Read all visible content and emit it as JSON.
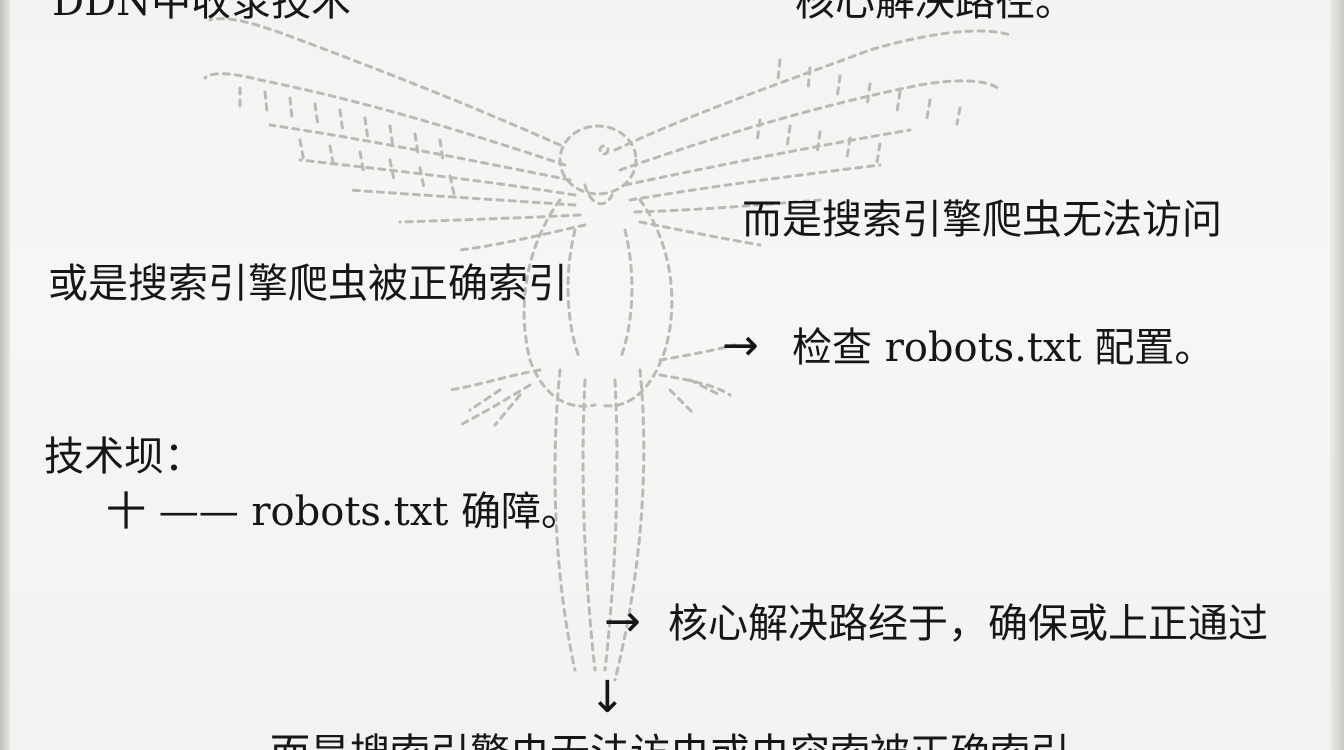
{
  "page": {
    "top_left_cut": "DDN中收录技术",
    "top_right_cut": "核心解决路径。",
    "right_line_1": "而是搜索引擎爬虫无法访问",
    "left_line_1": "或是搜索引擎爬虫被正确索引",
    "check_line": "检查 robots.txt 配置。",
    "tech_label": "技术坝：",
    "plus_line": "十 —— robots.txt 确障。",
    "core_line": "核心解决路经于，确保或上正通过",
    "bottom_cut": "而是搜索引擎虫无法访虫或虫突索被正确索引"
  },
  "icons": {
    "arrow_right": "→",
    "arrow_down": "↓",
    "watermark": "eagle-outline"
  },
  "colors": {
    "paper": "#f3f3f1",
    "ink": "#161616",
    "watermark": "#b9b9b6"
  }
}
